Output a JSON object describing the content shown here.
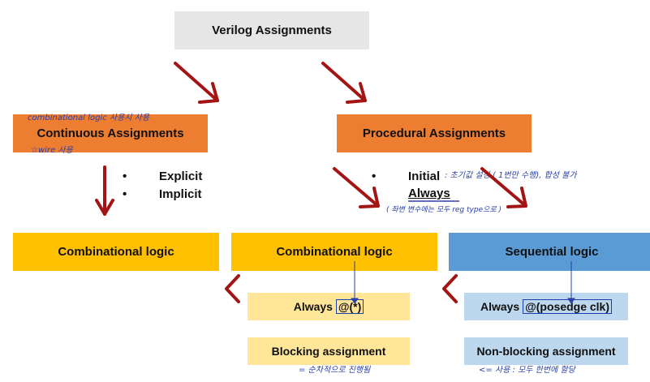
{
  "title": "Verilog Assignments",
  "continuous": {
    "label": "Continuous Assignments",
    "note_top": "combinational  logic 사용시 사용",
    "note_bottom": "☆wire 사용",
    "types": [
      "Explicit",
      "Implicit"
    ]
  },
  "procedural": {
    "label": "Procedural Assignments",
    "initial": "Initial",
    "initial_note": ": 초기값 설정 ( 1번만 수행), 합성 불가",
    "always": "Always",
    "always_note": "( 좌변 변수에는 모두 reg type으로 )"
  },
  "combinational_left": {
    "label": "Combinational logic"
  },
  "combinational_mid": {
    "label": "Combinational logic",
    "always_prefix": "Always",
    "always_sensitivity": "@(*)",
    "assignment": "Blocking assignment",
    "assignment_note": "=  순차적으로 진행됨"
  },
  "sequential": {
    "label": "Sequential logic",
    "always_prefix": "Always",
    "always_sensitivity": "@(posedge clk)",
    "assignment": "Non-blocking assignment",
    "assignment_note": "<= 사용 : 모두 한번에 할당"
  },
  "colors": {
    "title_bg": "#e6e6e6",
    "orange": "#ed7d31",
    "yellow": "#ffc000",
    "light_yellow": "#ffe699",
    "blue": "#5b9bd5",
    "light_blue": "#bdd7ee",
    "arrow_red": "#a31515",
    "ink_blue": "#2a3fa8"
  }
}
